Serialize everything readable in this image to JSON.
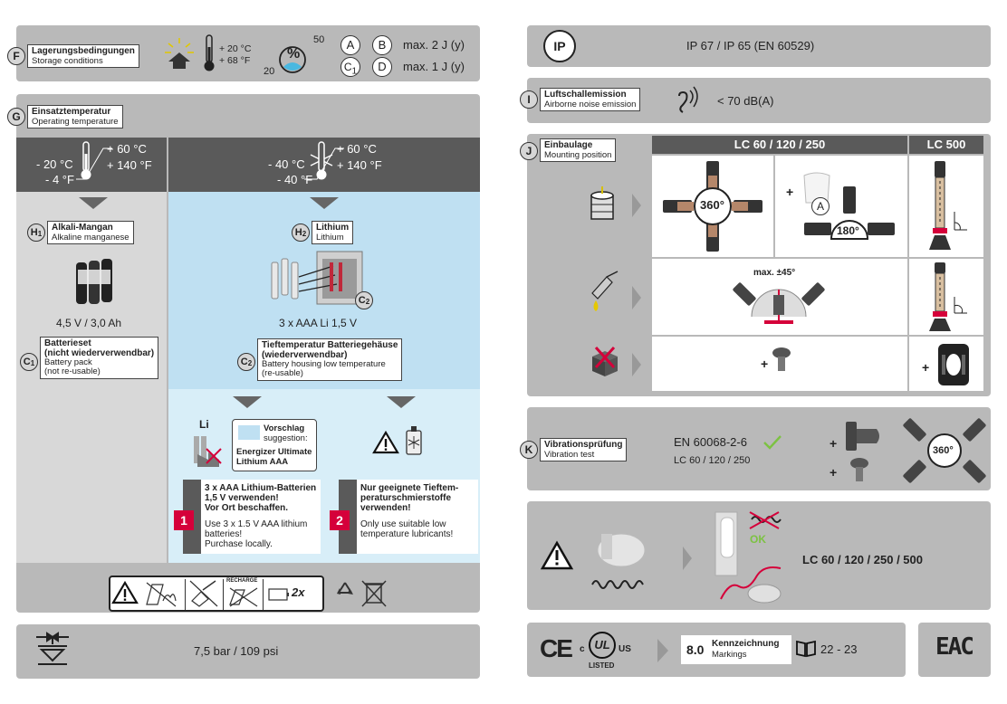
{
  "storage": {
    "letter": "F",
    "title_de": "Lagerungsbedingungen",
    "title_en": "Storage conditions",
    "temp_c": "+ 20 °C",
    "temp_f": "+ 68 °F",
    "hum_top": "50",
    "hum_bottom": "20",
    "hum_symbol": "%",
    "cls_a": "A",
    "cls_b": "B",
    "cls_c": "C",
    "cls_c_sub": "1",
    "cls_d": "D",
    "impact1": "max. 2 J (y)",
    "impact2": "max. 1 J (y)"
  },
  "operating": {
    "letter": "G",
    "title_de": "Einsatztemperatur",
    "title_en": "Operating temperature",
    "left_c_low": "- 20 °C",
    "left_f_low": "- 4 °F",
    "left_c_high": "+ 60 °C",
    "left_f_high": "+ 140 °F",
    "right_c_low": "- 40 °C",
    "right_f_low": "- 40 °F",
    "right_c_high": "+ 60 °C",
    "right_f_high": "+ 140 °F",
    "alkali": {
      "letter": "H",
      "sub": "1",
      "title_de": "Alkali-Mangan",
      "title_en": "Alkaline manganese",
      "spec": "4,5 V / 3,0 Ah",
      "pack_letter": "C",
      "pack_sub": "1",
      "pack_de1": "Batterieset",
      "pack_de2": "(nicht wiederverwendbar)",
      "pack_en1": "Battery pack",
      "pack_en2": "(not re-usable)"
    },
    "lithium": {
      "letter": "H",
      "sub": "2",
      "title_de": "Lithium",
      "title_en": "Lithium",
      "spec": "3 x AAA Li 1,5 V",
      "housing_letter": "C",
      "housing_sub": "2",
      "housing_de1": "Tieftemperatur Batteriegehäuse",
      "housing_de2": "(wiederverwendbar)",
      "housing_en1": "Battery housing low temperature",
      "housing_en2": "(re-usable)"
    },
    "li_label": "Li",
    "suggestion_de": "Vorschlag",
    "suggestion_en": "suggestion:",
    "suggestion_product1": "Energizer Ultimate",
    "suggestion_product2": "Lithium AAA",
    "note1": {
      "num": "1",
      "de1": "3 x AAA Lithium-Batterien",
      "de2": "1,5 V verwenden!",
      "de3": "Vor Ort beschaffen.",
      "en1": "Use 3 x 1.5 V AAA lithium",
      "en2": "batteries!",
      "en3": "Purchase locally."
    },
    "note2": {
      "num": "2",
      "de1": "Nur geeignete Tieftem-",
      "de2": "peraturschmierstoffe",
      "de3": "verwenden!",
      "en1": "Only use suitable low",
      "en2": "temperature lubricants!"
    },
    "recharge_label": "RECHARGE",
    "noshort_label": "2x"
  },
  "pressure": {
    "value": "7,5 bar / 109 psi"
  },
  "ip": {
    "symbol": "IP",
    "value": "IP 67 / IP 65 (EN 60529)"
  },
  "noise": {
    "letter": "I",
    "title_de": "Luftschallemission",
    "title_en": "Airborne noise emission",
    "value": "< 70 dB(A)"
  },
  "mounting": {
    "letter": "J",
    "title_de": "Einbaulage",
    "title_en": "Mounting position",
    "col1": "LC 60 / 120 / 250",
    "col2": "LC 500",
    "rot360": "360°",
    "rot180": "180°",
    "plus": "+",
    "acc_letter": "A",
    "max_angle": "max. ±45°"
  },
  "vibration": {
    "letter": "K",
    "title_de": "Vibrationsprüfung",
    "title_en": "Vibration test",
    "standard": "EN 60068-2-6",
    "models": "LC 60 / 120 / 250",
    "rot360": "360°"
  },
  "install": {
    "ok": "OK",
    "models": "LC 60 / 120 / 250 / 500"
  },
  "markings": {
    "ce": "CE",
    "ul_c": "c",
    "ul_us": "US",
    "ul_mark": "UL",
    "ul_listed": "LISTED",
    "section": "8.0",
    "title_de": "Kennzeichnung",
    "title_en": "Markings",
    "pages": "22 - 23",
    "eac": "EAC"
  }
}
